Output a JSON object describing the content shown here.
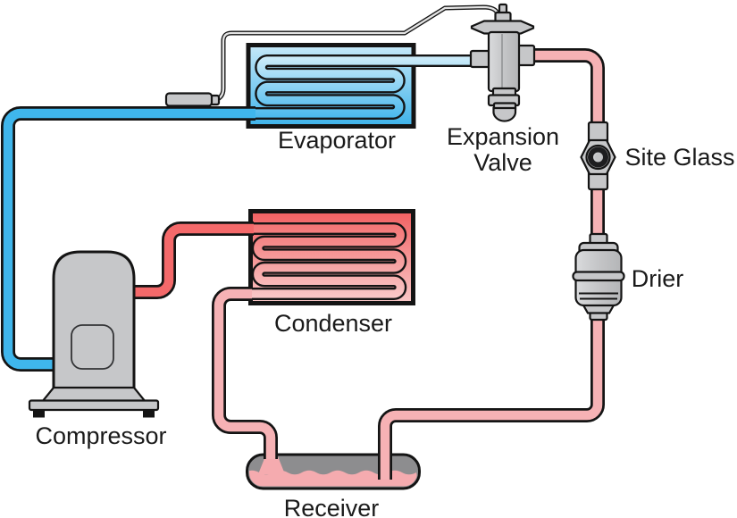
{
  "diagram": {
    "type": "refrigeration-cycle-schematic",
    "labels": {
      "evaporator": "Evaporator",
      "expansion_valve_line1": "Expansion",
      "expansion_valve_line2": "Valve",
      "site_glass": "Site Glass",
      "drier": "Drier",
      "condenser": "Condenser",
      "compressor": "Compressor",
      "receiver": "Receiver"
    },
    "colors": {
      "suction_line": "#3fb6ec",
      "evap_outlet_line": "#c9e9f8",
      "discharge_line": "#f4696a",
      "liquid_line": "#f6b2b5",
      "evap_box_top": "#c6e8f8",
      "evap_box_bottom": "#3eb3ea",
      "evap_coil_top": "#d2eefa",
      "evap_coil_bottom": "#45b7ec",
      "cond_box_top": "#f26061",
      "cond_box_bottom": "#f9c8c8",
      "cond_coil_top": "#f47272",
      "cond_coil_bottom": "#f9cbcb",
      "metal_gray": "#c6c7c9",
      "metal_light": "#dadbdd",
      "tank_gray": "#8d8d8f",
      "tank_liquid": "#f5abaf",
      "capillary_fill": "#e4e4e4",
      "lens_dark": "#1d1d1f",
      "lens_center": "#c2c3c5",
      "label_color": "#1a1a1a",
      "outline": "#141414"
    }
  }
}
